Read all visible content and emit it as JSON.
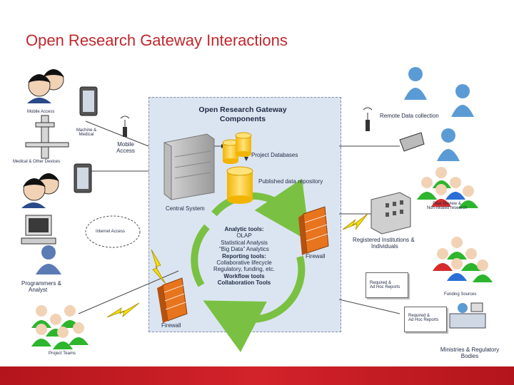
{
  "title": "Open Research Gateway Interactions",
  "panel": {
    "title_line1": "Open Research Gateway",
    "title_line2": "Components",
    "project_databases": "Project Databases",
    "published_repo": "Published data repository",
    "central_system": "Central System",
    "firewall_inner": "Firewall",
    "firewall_bottom": "Firewall"
  },
  "tools": {
    "analytic": "Analytic tools:",
    "olap": "OLAP",
    "statistical": "Statistical Analysis",
    "bigdata": "“Big Data” Analytics",
    "reporting": "Reporting tools:",
    "collab_lifecycle": "Collaborative lifecycle",
    "regulatory": "Regulatory, funding, etc.",
    "workflow": "Workflow tools",
    "collaboration": "Collaboration Tools"
  },
  "left": {
    "mobile_access_top": "Mobile Access",
    "machine_line1": "Machine &",
    "machine_line2": "Medical",
    "mobile_access_line1": "Mobile",
    "mobile_access_line2": "Access",
    "medical_devices": "Medical & Other Devices",
    "internet_access": "Internet Access",
    "programmers_line1": "Programmers &",
    "programmers_line2": "Analyst",
    "project_teams": "Project Teams"
  },
  "right": {
    "remote_data": "Remote Data collection",
    "peer_review_line1": "Peer Review &",
    "peer_review_line2": "Non-related research",
    "registered_line1": "Registered Institutions &",
    "registered_line2": "Individuals",
    "req_reports1_line1": "Required &",
    "req_reports1_line2": "Ad Hoc Reports",
    "funding_sources": "Funding Sources",
    "req_reports2_line1": "Required &",
    "req_reports2_line2": "Ad Hoc Reports",
    "ministries_line1": "Ministries & Regulatory",
    "ministries_line2": "Bodies"
  },
  "colors": {
    "title": "#c0272d",
    "panel_bg": "#dbe5f1",
    "cycle_green": "#7ac143",
    "database_yellow": "#f5c518",
    "firewall_orange": "#e8741e",
    "footer_red": "#c41e25"
  },
  "icons": [
    "user-icon",
    "tablet-icon",
    "antenna-icon",
    "monitor-icon",
    "server-icon",
    "database-icon",
    "firewall-icon",
    "lightning-icon",
    "phone-icon",
    "building-icon",
    "document-icon"
  ]
}
